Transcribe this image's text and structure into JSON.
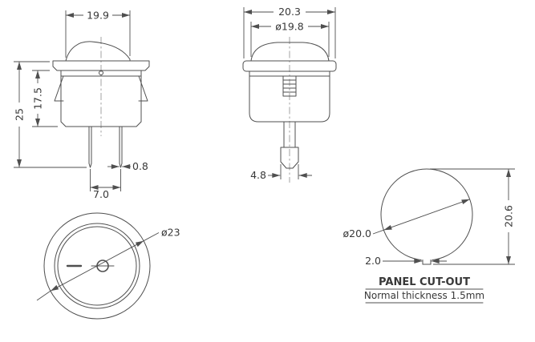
{
  "colors": {
    "line": "#4f4f4f",
    "text": "#383838",
    "background": "#ffffff"
  },
  "side_view": {
    "label_width": "19.9",
    "label_body_depth": "17.5",
    "label_total_depth": "25",
    "label_pin_thickness": "0.8",
    "label_pin_pitch": "7.0"
  },
  "front_view": {
    "label_flange_width": "20.3",
    "label_actuator_dia": "ø19.8",
    "label_terminal_width": "4.8"
  },
  "face_view": {
    "label_bezel_dia": "ø23"
  },
  "cutout": {
    "label_hole_dia": "ø20.0",
    "label_overall": "20.6",
    "label_keyway": "2.0",
    "title": "PANEL CUT-OUT",
    "note": "Normal thickness 1.5mm"
  }
}
